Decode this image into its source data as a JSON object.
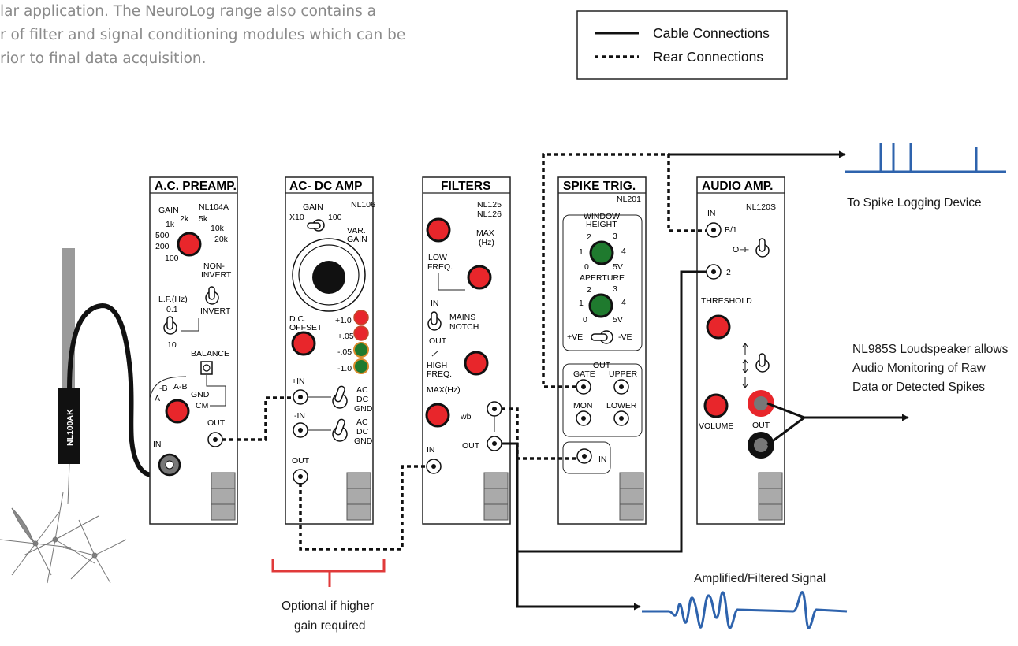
{
  "intro": {
    "lines": [
      "lar application. The NeuroLog range also contains a",
      "r of filter and signal conditioning modules which can be",
      "rior to final data acquisition."
    ]
  },
  "legend": {
    "cable": "Cable Connections",
    "rear": "Rear Connections"
  },
  "probe": {
    "label": "NL100AK"
  },
  "modules": {
    "preamp": {
      "title": "A.C. PREAMP.",
      "model": "NL104A",
      "gain": "GAIN",
      "g1k": "1k",
      "g2k": "2k",
      "g5k": "5k",
      "g10k": "10k",
      "g20k": "20k",
      "g500": "500",
      "g200": "200",
      "g100": "100",
      "noninvert1": "NON-",
      "noninvert2": "INVERT",
      "lf": "L.F.(Hz)",
      "lf01": "0.1",
      "lf10": "10",
      "invert": "INVERT",
      "balance": "BALANCE",
      "b": "-B",
      "ab": "A-B",
      "a": "A",
      "gnd": "GND",
      "cm": "CM",
      "out": "OUT",
      "in": "IN"
    },
    "acdc": {
      "title": "AC- DC AMP",
      "model": "NL106",
      "gain": "GAIN",
      "x10": "X10",
      "x100": "100",
      "var1": "VAR.",
      "var2": "GAIN",
      "dc1": "D.C.",
      "dc2": "OFFSET",
      "v1": "+1.0",
      "v2": "+.05",
      "v3": "-.05",
      "v4": "-1.0",
      "pin": "+IN",
      "nin": "-IN",
      "ac": "AC",
      "dcl": "DC",
      "gnd": "GND",
      "out": "OUT"
    },
    "filters": {
      "title": "FILTERS",
      "model1": "NL125",
      "model2": "NL126",
      "max": "MAX",
      "hz": "(Hz)",
      "low1": "LOW",
      "low2": "FREQ.",
      "in": "IN",
      "mains1": "MAINS",
      "mains2": "NOTCH",
      "out": "OUT",
      "high1": "HIGH",
      "high2": "FREQ.",
      "maxhz": "MAX(Hz)",
      "wb": "wb",
      "out2": "OUT",
      "in2": "IN"
    },
    "spike": {
      "title": "SPIKE TRIG.",
      "model": "NL201",
      "window1": "WINDOW",
      "window2": "HEIGHT",
      "d2": "2",
      "d3": "3",
      "d1": "1",
      "d4": "4",
      "d0": "0",
      "d5v": "5V",
      "aperture": "APERTURE",
      "a2": "2",
      "a3": "3",
      "a1": "1",
      "a4": "4",
      "a0": "0",
      "a5v": "5V",
      "pve": "+VE",
      "nve": "-VE",
      "outhdr": "OUT",
      "gate": "GATE",
      "upper": "UPPER",
      "mon": "MON",
      "lower": "LOWER",
      "in": "IN"
    },
    "audio": {
      "title": "AUDIO AMP.",
      "model": "NL120S",
      "in": "IN",
      "b1": "B/1",
      "off": "OFF",
      "two": "2",
      "threshold": "THRESHOLD",
      "volume": "VOLUME",
      "out": "OUT"
    }
  },
  "captions": {
    "spike_device": "To Spike Logging Device",
    "loud1": "NL985S Loudspeaker allows",
    "loud2": "Audio Monitoring of Raw",
    "loud3": "Data or Detected Spikes",
    "amplified": "Amplified/Filtered Signal",
    "opt1": "Optional if higher",
    "opt2": "gain required"
  },
  "colors": {
    "knob_red": "#e8262b",
    "knob_green": "#1f7a2e",
    "signal_blue": "#2e63ad",
    "bracket_red": "#e03a3a",
    "text_gray": "#8a8a8a"
  }
}
